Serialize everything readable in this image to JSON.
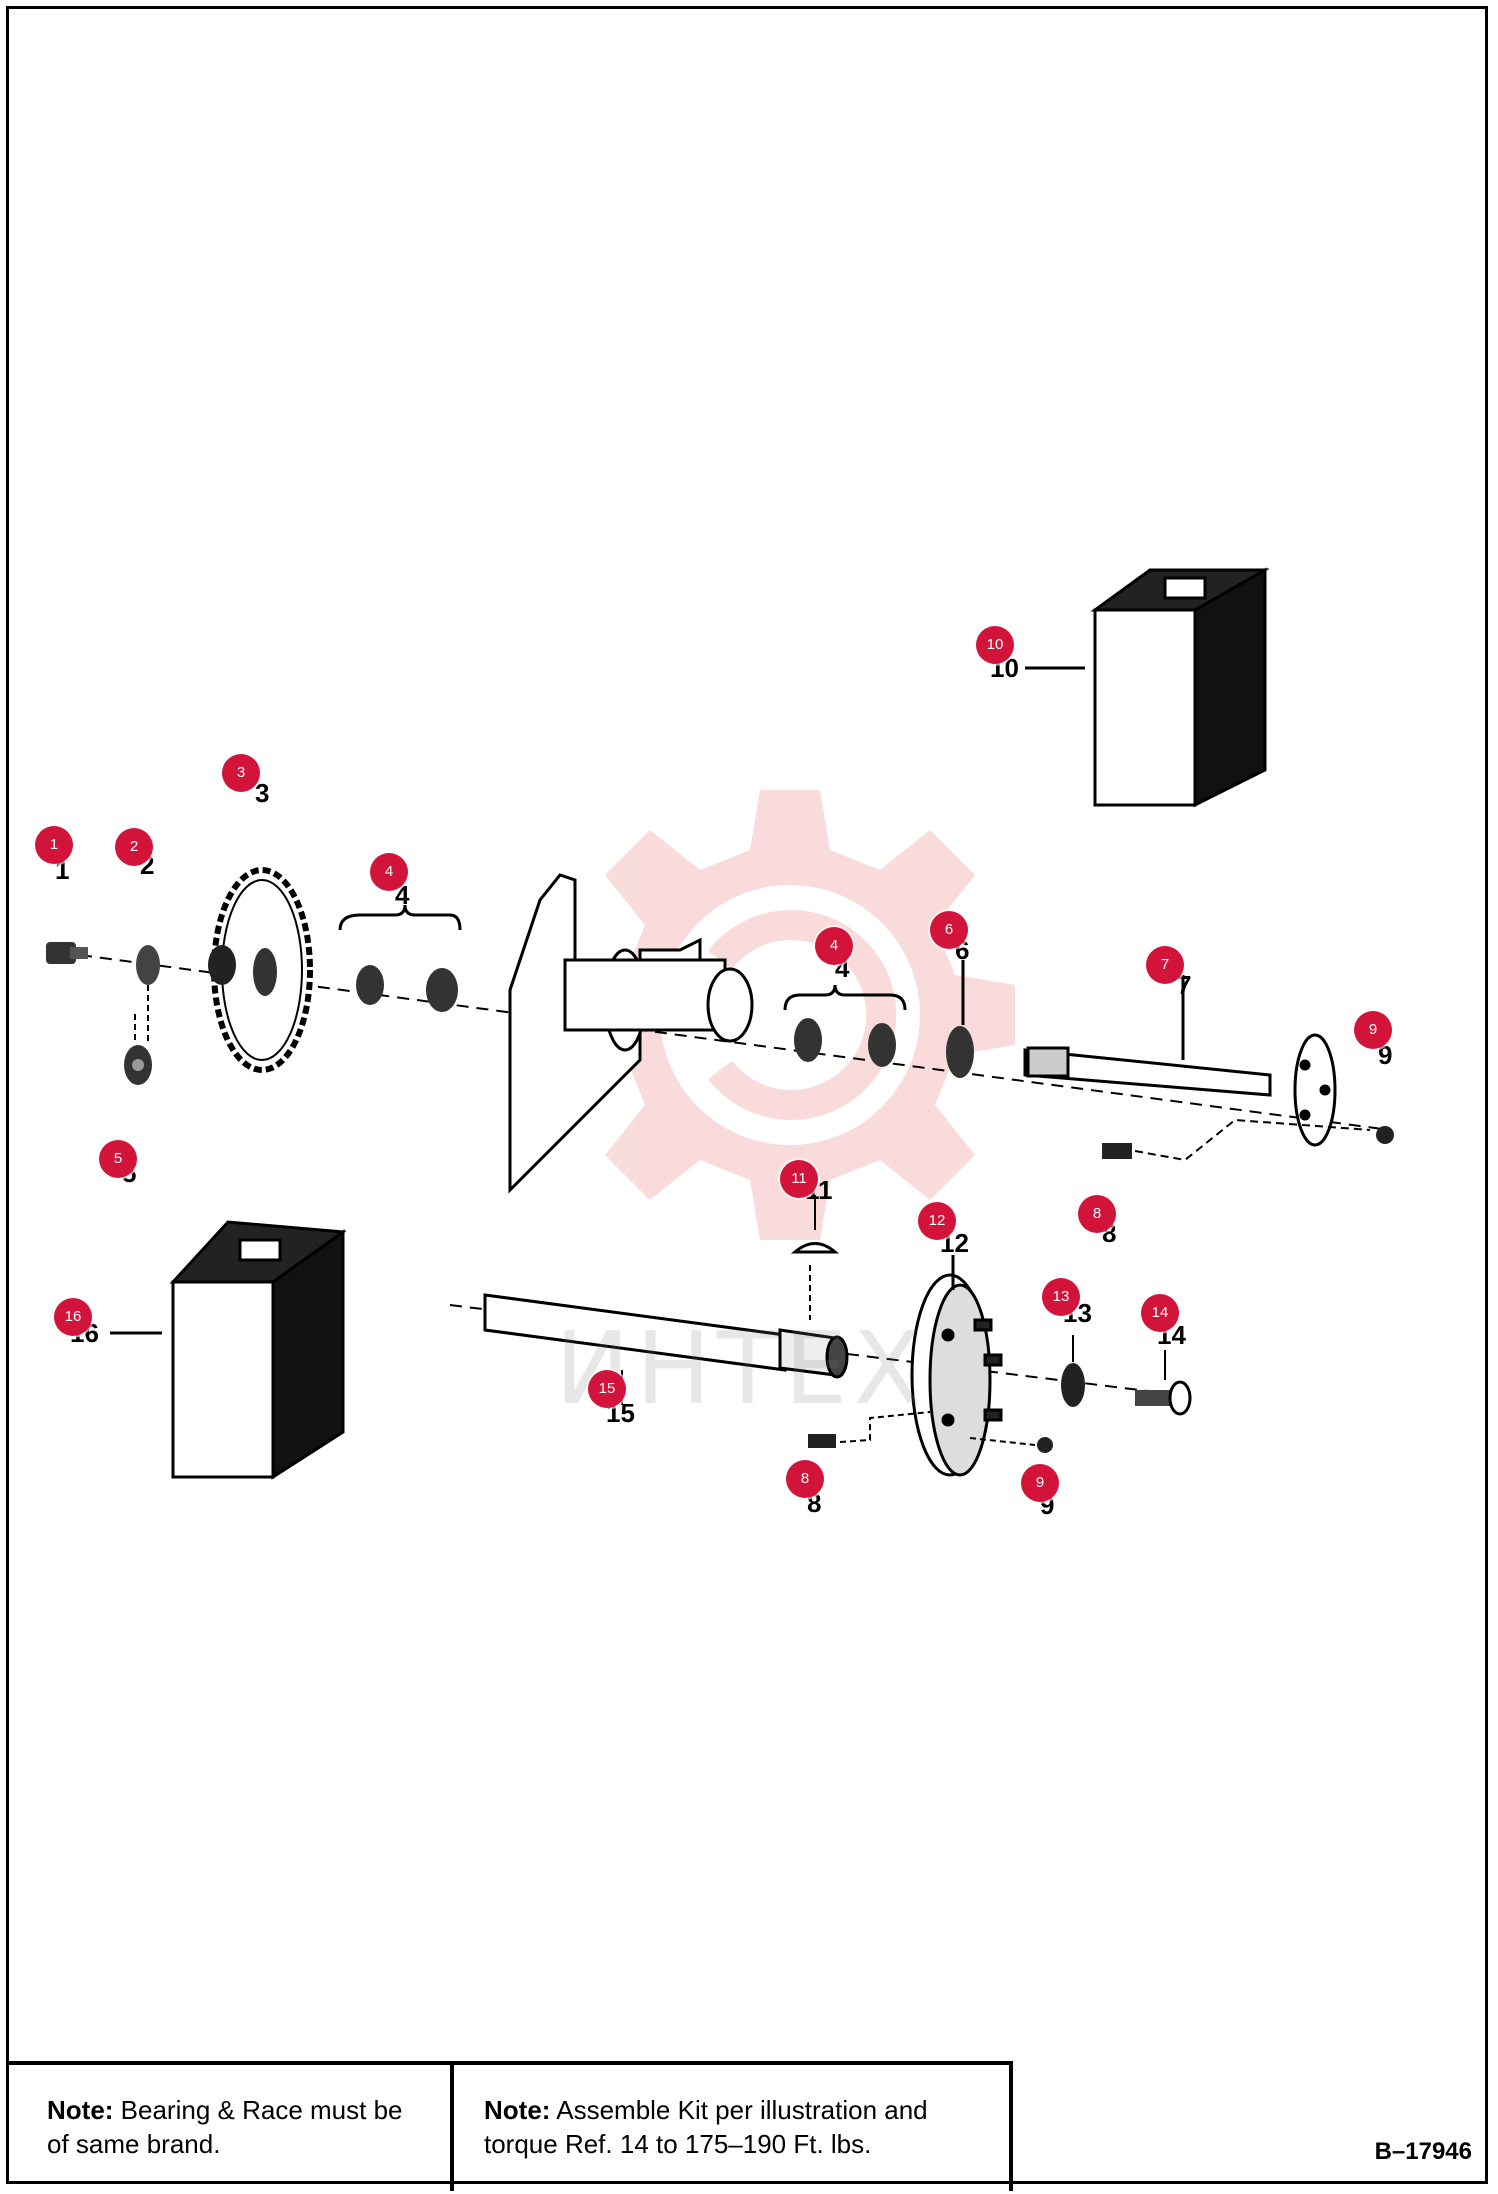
{
  "diagram": {
    "drawing_number": "B–17946",
    "watermark": "ИНТЕХ",
    "notes": [
      {
        "label": "Note:",
        "text": "Bearing & Race must be of same brand."
      },
      {
        "label": "Note:",
        "text": "Assemble Kit per illustration and torque Ref. 14 to 175–190 Ft. lbs."
      }
    ],
    "callouts": [
      "1",
      "2",
      "3",
      "4",
      "4",
      "5",
      "6",
      "7",
      "8",
      "9",
      "10",
      "11",
      "12",
      "13",
      "14",
      "15",
      "16",
      "8",
      "9"
    ]
  }
}
